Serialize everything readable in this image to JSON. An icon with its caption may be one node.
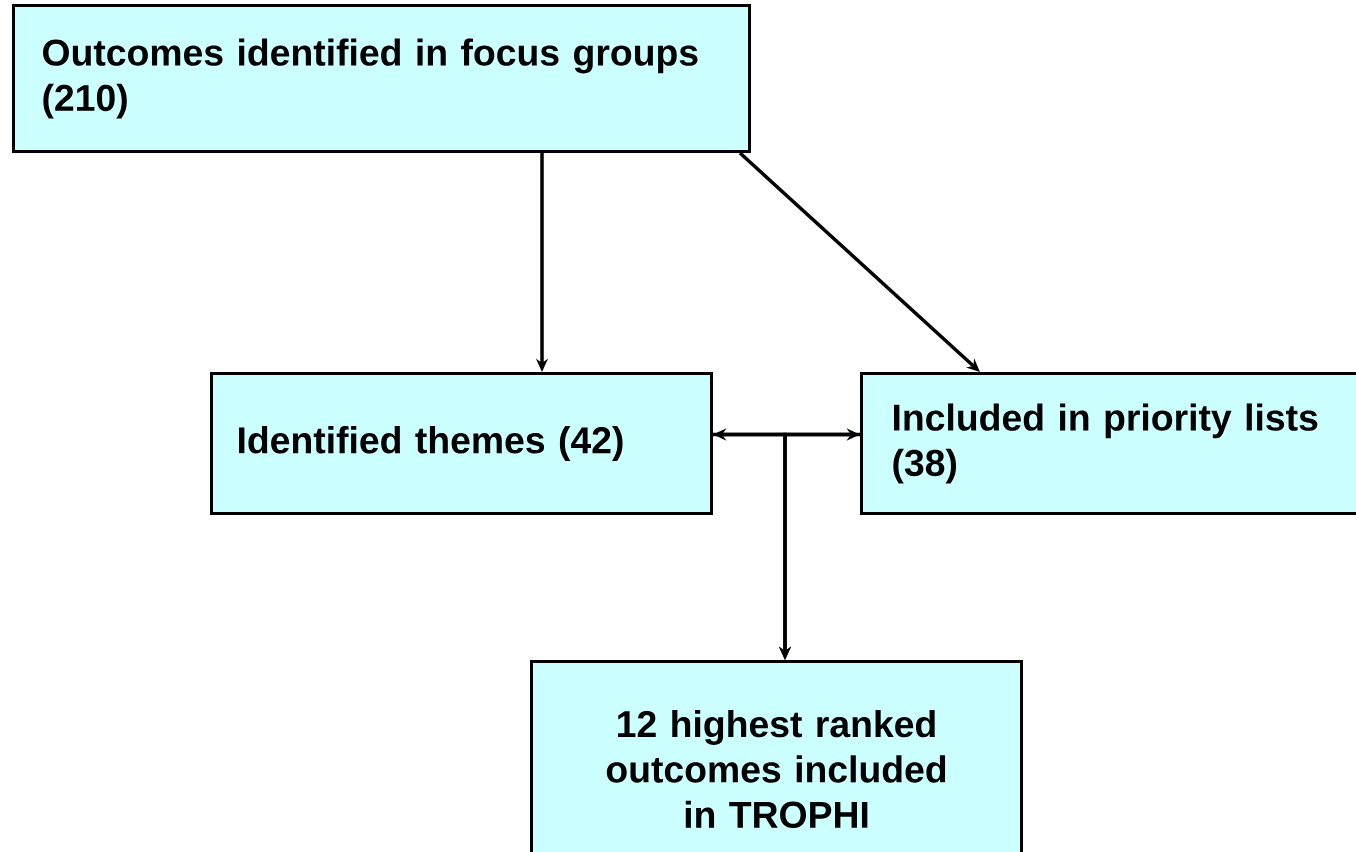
{
  "diagram": {
    "nodes": [
      {
        "text": [
          "Outcomes identified in focus groups (210)"
        ]
      },
      {
        "text": [
          "Identified themes (42)"
        ]
      },
      {
        "text": [
          "Included in priority lists (38)"
        ]
      },
      {
        "text": [
          "12 highest ranked outcomes included in TROPHI"
        ]
      }
    ],
    "edges": [
      {
        "from": 0,
        "to": 1,
        "arrow": "to"
      },
      {
        "from": 0,
        "to": 2,
        "arrow": "to"
      },
      {
        "from": 1,
        "to": 2,
        "arrow": "both"
      },
      {
        "from": 1,
        "to": 3,
        "arrow": "to"
      },
      {
        "from": 2,
        "to": 3,
        "arrow": "to"
      }
    ]
  }
}
